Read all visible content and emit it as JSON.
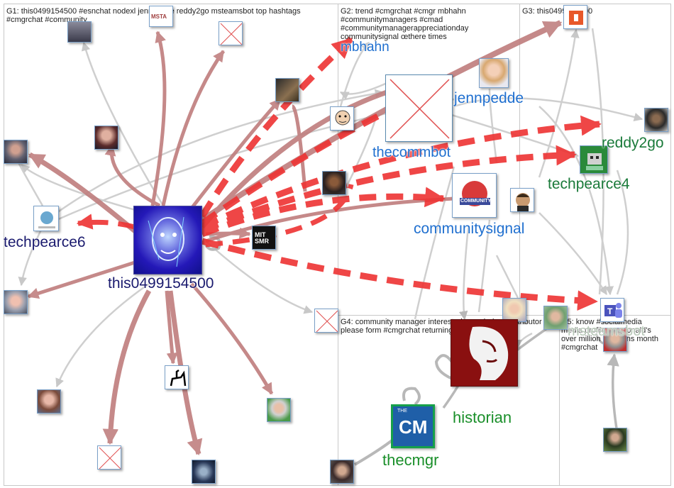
{
  "groups": [
    {
      "id": "G1",
      "text": "G1: this0499154500 #esnchat nodexl jennpedde reddy2go msteamsbot top hashtags\n#cmgrchat #community"
    },
    {
      "id": "G2",
      "text": "G2: trend #cmgrchat #cmgr mbhahn\n#communitymanagers #cmad\n#communitymanagerappreciationday\ncommunitysignal œthere times"
    },
    {
      "id": "G3",
      "text": "G3: this0499154500"
    },
    {
      "id": "G4",
      "text": "G4: community manager interested soon being contributor\nplease form #cmgrchat returning"
    },
    {
      "id": "G5",
      "text": "G5: know #socialmedia\nmedia profiles mcdonald's\nover million mentions month\n#cmgrchat"
    }
  ],
  "labels": {
    "this0499154500": "this0499154500",
    "techpearce6": "techpearce6",
    "mbhahn": "mbhahn",
    "thecommbot": "thecommbot",
    "jennpedde": "jennpedde",
    "reddy2go": "reddy2go",
    "techpearce4": "techpearce4",
    "communitysignal": "communitysignal",
    "msteamsbot": "msteamsbot",
    "historian": "historian",
    "thecmgr": "thecmgr"
  },
  "logos": {
    "mit_smr": "MIT SMR",
    "cm": "CM",
    "cm_top": "THE",
    "community_signal": "COMMUNITY",
    "msta": "MSTA"
  },
  "colors": {
    "label_blue": "#1f6fcf",
    "label_navy": "#1a1a6e",
    "label_green": "#1a8f2a",
    "edge_red": "#ee3333",
    "edge_brown": "#b45a5a",
    "edge_grey": "#c8c8c8"
  }
}
